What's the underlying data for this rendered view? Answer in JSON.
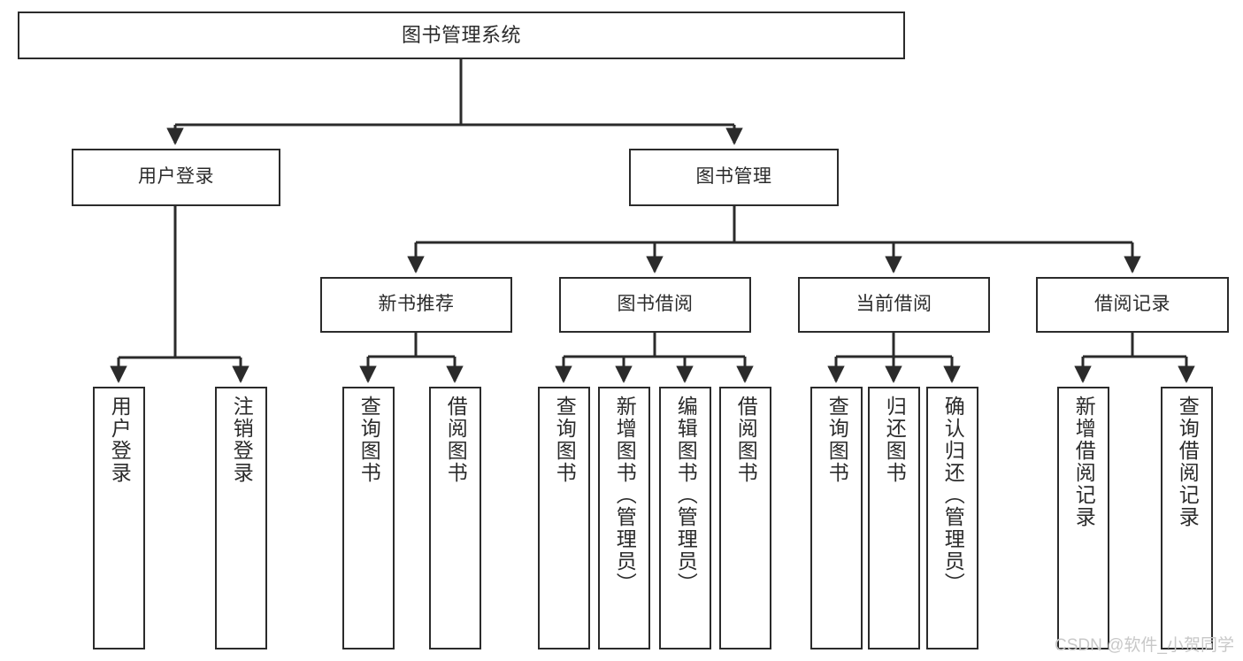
{
  "diagram": {
    "title": "图书管理系统",
    "type": "tree-hierarchy-chart",
    "colors": {
      "box_border": "#2b2b2b",
      "box_fill": "#ffffff",
      "edge": "#2b2b2b",
      "background": "#ffffff",
      "watermark": "#c8c8c8"
    },
    "watermark": "CSDN @软件_小贺同学",
    "nodes": {
      "root": {
        "label": "图书管理系统"
      },
      "level2": [
        {
          "label": "用户登录"
        },
        {
          "label": "图书管理"
        }
      ],
      "level3": [
        {
          "label": "新书推荐"
        },
        {
          "label": "图书借阅"
        },
        {
          "label": "当前借阅"
        },
        {
          "label": "借阅记录"
        }
      ],
      "leaves": {
        "user_login": [
          {
            "label": "用户登录"
          },
          {
            "label": "注销登录"
          }
        ],
        "new_book_recommend": [
          {
            "label": "查询图书"
          },
          {
            "label": "借阅图书"
          }
        ],
        "book_borrow": [
          {
            "label": "查询图书"
          },
          {
            "label": "新增图书（管理员）"
          },
          {
            "label": "编辑图书（管理员）"
          },
          {
            "label": "借阅图书"
          }
        ],
        "current_borrow": [
          {
            "label": "查询图书"
          },
          {
            "label": "归还图书"
          },
          {
            "label": "确认归还（管理员）"
          }
        ],
        "borrow_record": [
          {
            "label": "新增借阅记录"
          },
          {
            "label": "查询借阅记录"
          }
        ]
      }
    }
  }
}
